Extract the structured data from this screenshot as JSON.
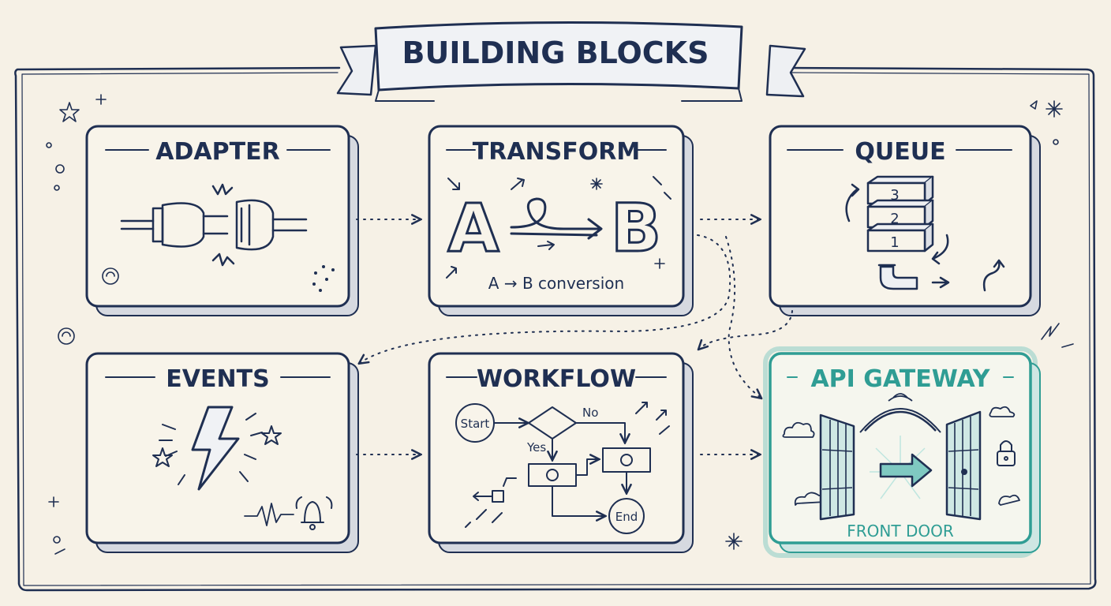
{
  "title": "BUILDING BLOCKS",
  "cards": {
    "adapter": {
      "label": "ADAPTER"
    },
    "transform": {
      "label": "TRANSFORM",
      "letter_a": "A",
      "letter_b": "B",
      "caption": "A → B conversion"
    },
    "queue": {
      "label": "QUEUE",
      "items": [
        "3",
        "2",
        "1"
      ]
    },
    "events": {
      "label": "EVENTS"
    },
    "workflow": {
      "label": "WORKFLOW",
      "start": "Start",
      "no": "No",
      "yes": "Yes",
      "end": "End"
    },
    "gateway": {
      "label": "API GATEWAY",
      "caption": "FRONT DOOR"
    }
  },
  "colors": {
    "ink": "#1f2f52",
    "accent": "#2f9d94",
    "paper": "#f6f1e6",
    "card": "#f8f4ea"
  }
}
